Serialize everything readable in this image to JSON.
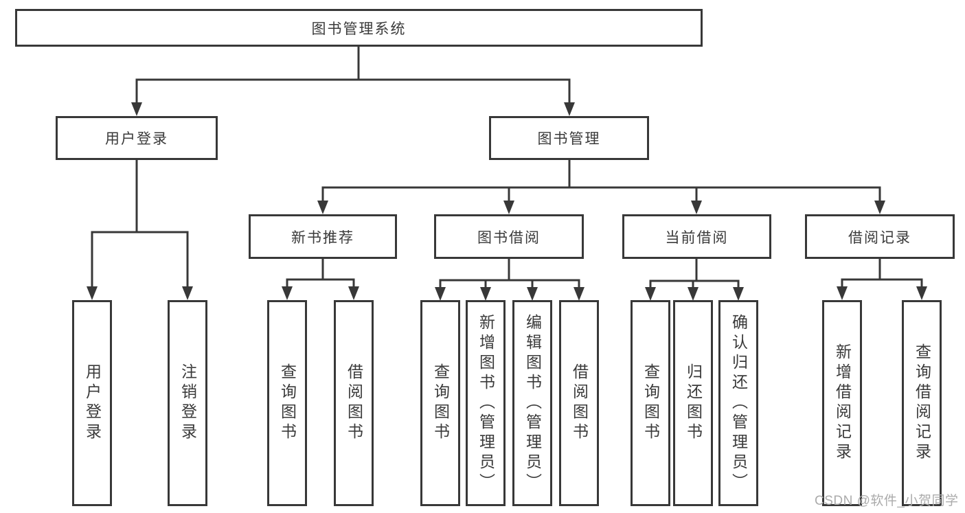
{
  "diagram": {
    "type": "hierarchy-tree",
    "tree": {
      "root": {
        "label": "图书管理系统"
      },
      "level2": [
        {
          "label": "用户登录",
          "children": [
            "用户登录",
            "注销登录"
          ]
        },
        {
          "label": "图书管理"
        }
      ],
      "level3": [
        {
          "label": "新书推荐",
          "children": [
            "查询图书",
            "借阅图书"
          ]
        },
        {
          "label": "图书借阅",
          "children": [
            "查询图书",
            "新增图书（管理员）",
            "编辑图书（管理员）",
            "借阅图书"
          ]
        },
        {
          "label": "当前借阅",
          "children": [
            "查询图书",
            "归还图书",
            "确认归还（管理员）"
          ]
        },
        {
          "label": "借阅记录",
          "children": [
            "新增借阅记录",
            "查询借阅记录"
          ]
        }
      ]
    },
    "colors": {
      "line": "#383838",
      "text": "#3a3a3a",
      "background": "#ffffff",
      "watermark": "#ababab"
    }
  },
  "watermark": {
    "text": "CSDN @软件_小贺同学"
  }
}
